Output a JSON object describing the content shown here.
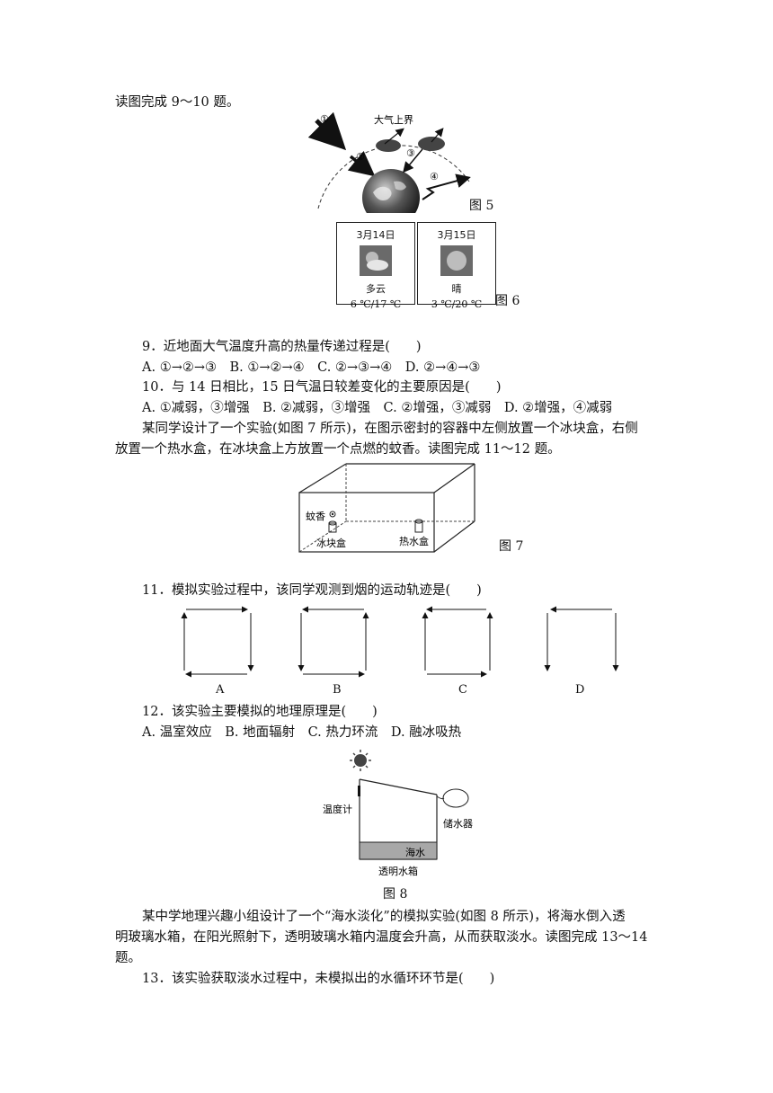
{
  "intro_9_10": "读图完成 9～10 题。",
  "fig5": {
    "atmo_label": "大气上界",
    "markers": [
      "①",
      "②",
      "③",
      "④"
    ],
    "caption": "图 5"
  },
  "fig6": {
    "day1": {
      "date": "3月14日",
      "weather": "多云",
      "temp": "6 ℃/17 ℃"
    },
    "day2": {
      "date": "3月15日",
      "weather": "晴",
      "temp": "3 ℃/20 ℃"
    },
    "caption": "图 6"
  },
  "q9": {
    "stem": "9．近地面大气温度升高的热量传递过程是(　　)",
    "options": "A. ①→②→③　B. ①→②→④　C. ②→③→④　D. ②→④→③"
  },
  "q10": {
    "stem": "10．与 14 日相比，15 日气温日较差变化的主要原因是(　　)",
    "options": "A. ①减弱，③增强　B. ②减弱，③增强　C. ②增强，③减弱　D. ②增强，④减弱"
  },
  "intro_11_12": {
    "line1": "某同学设计了一个实验(如图 7 所示)，在图示密封的容器中左侧放置一个冰块盒，右侧",
    "line2": "放置一个热水盒，在冰块盒上方放置一个点燃的蚊香。读图完成 11～12 题。"
  },
  "fig7": {
    "mosquito_coil": "蚊香",
    "ice_box": "冰块盒",
    "hot_water_box": "热水盒",
    "caption": "图 7"
  },
  "q11": {
    "stem": "11．模拟实验过程中，该同学观测到烟的运动轨迹是(　　)",
    "choices": [
      "A",
      "B",
      "C",
      "D"
    ]
  },
  "q12": {
    "stem": "12．该实验主要模拟的地理原理是(　　)",
    "options": "A. 温室效应　B. 地面辐射　C. 热力环流　D. 融冰吸热"
  },
  "fig8": {
    "thermometer": "温度计",
    "reservoir": "储水器",
    "seawater": "海水",
    "tank": "透明水箱",
    "caption": "图 8"
  },
  "intro_13_14": {
    "line1": "某中学地理兴趣小组设计了一个“海水淡化”的模拟实验(如图 8 所示)，将海水倒入透",
    "line2": "明玻璃水箱，在阳光照射下，透明玻璃水箱内温度会升高，从而获取淡水。读图完成 13～14",
    "line3": "题。"
  },
  "q13": {
    "stem": "13．该实验获取淡水过程中，未模拟出的水循环环节是(　　)"
  }
}
